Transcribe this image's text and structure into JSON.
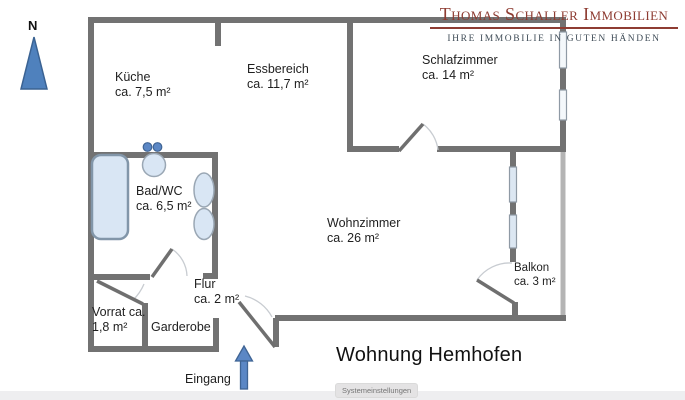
{
  "logo": {
    "title": "Thomas Schaller Immobilien",
    "tagline": "IHRE IMMOBILIE IN GUTEN HÄNDEN",
    "title_color": "#8e3c32",
    "tagline_color": "#3f4c57"
  },
  "compass": {
    "label": "N"
  },
  "rooms": [
    {
      "id": "kueche",
      "name": "Küche",
      "area": "ca. 7,5 m²"
    },
    {
      "id": "essbereich",
      "name": "Essbereich",
      "area": "ca. 11,7 m²"
    },
    {
      "id": "schlafzimmer",
      "name": "Schlafzimmer",
      "area": "ca. 14 m²"
    },
    {
      "id": "bad",
      "name": "Bad/WC",
      "area": "ca. 6,5 m²"
    },
    {
      "id": "wohnzimmer",
      "name": "Wohnzimmer",
      "area": "ca. 26 m²"
    },
    {
      "id": "balkon",
      "name": "Balkon",
      "area": "ca. 3 m²"
    },
    {
      "id": "flur",
      "name": "Flur",
      "area": "ca. 2 m²"
    },
    {
      "id": "vorrat",
      "name": "Vorrat ca.",
      "area": "1,8 m²"
    },
    {
      "id": "garderobe",
      "name": "Garderobe",
      "area": ""
    }
  ],
  "entrance_label": "Eingang",
  "plan_title": "Wohnung Hemhofen",
  "taskbar": {
    "settings_button_label": "Systemeinstellungen"
  },
  "colors": {
    "wall": "#727272",
    "balcony_wall": "#b4b4b4",
    "window_fill": "#e9f0f7",
    "fixture_fill": "#d9e6f4",
    "fixture_stroke": "#9aa7b4",
    "arrow_blue": "#5b87c5",
    "north_blue": "#4f81bd",
    "logo_maroon": "#8e3c32"
  }
}
